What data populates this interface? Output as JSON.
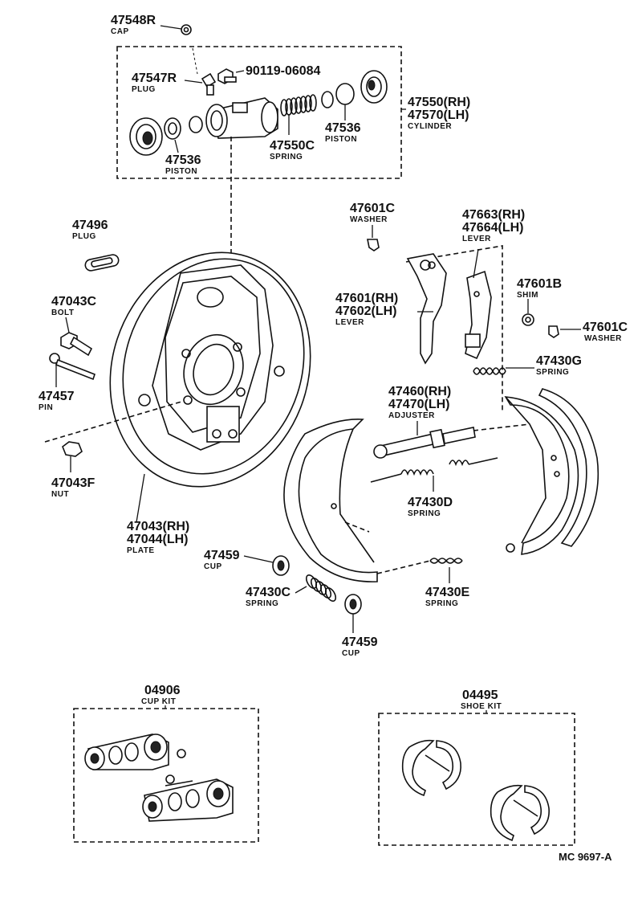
{
  "parts": {
    "cap": {
      "number": "47548R",
      "name": "CAP"
    },
    "plug_cyl": {
      "number": "47547R",
      "name": "PLUG"
    },
    "bolt_cyl": {
      "number": "90119-06084"
    },
    "cylinder": {
      "number_rh": "47550(RH)",
      "number_lh": "47570(LH)",
      "name": "CYLINDER"
    },
    "piston_r": {
      "number": "47536",
      "name": "PISTON"
    },
    "piston_l": {
      "number": "47536",
      "name": "PISTON"
    },
    "spring_cyl": {
      "number": "47550C",
      "name": "SPRING"
    },
    "plug_plate": {
      "number": "47496",
      "name": "PLUG"
    },
    "bolt": {
      "number": "47043C",
      "name": "BOLT"
    },
    "pin": {
      "number": "47457",
      "name": "PIN"
    },
    "nut": {
      "number": "47043F",
      "name": "NUT"
    },
    "plate": {
      "number_rh": "47043(RH)",
      "number_lh": "47044(LH)",
      "name": "PLATE"
    },
    "washer_top": {
      "number": "47601C",
      "name": "WASHER"
    },
    "lever_upper": {
      "number_rh": "47663(RH)",
      "number_lh": "47664(LH)",
      "name": "LEVER"
    },
    "lever_lower": {
      "number_rh": "47601(RH)",
      "number_lh": "47602(LH)",
      "name": "LEVER"
    },
    "shim": {
      "number": "47601B",
      "name": "SHIM"
    },
    "washer_right": {
      "number": "47601C",
      "name": "WASHER"
    },
    "spring_g": {
      "number": "47430G",
      "name": "SPRING"
    },
    "adjuster": {
      "number_rh": "47460(RH)",
      "number_lh": "47470(LH)",
      "name": "ADJUSTER"
    },
    "spring_d": {
      "number": "47430D",
      "name": "SPRING"
    },
    "cup_upper": {
      "number": "47459",
      "name": "CUP"
    },
    "spring_c": {
      "number": "47430C",
      "name": "SPRING"
    },
    "spring_e": {
      "number": "47430E",
      "name": "SPRING"
    },
    "cup_lower": {
      "number": "47459",
      "name": "CUP"
    }
  },
  "kits": {
    "cup_kit": {
      "number": "04906",
      "name": "CUP KIT"
    },
    "shoe_kit": {
      "number": "04495",
      "name": "SHOE KIT"
    }
  },
  "footer": {
    "reference": "MC  9697-A"
  }
}
